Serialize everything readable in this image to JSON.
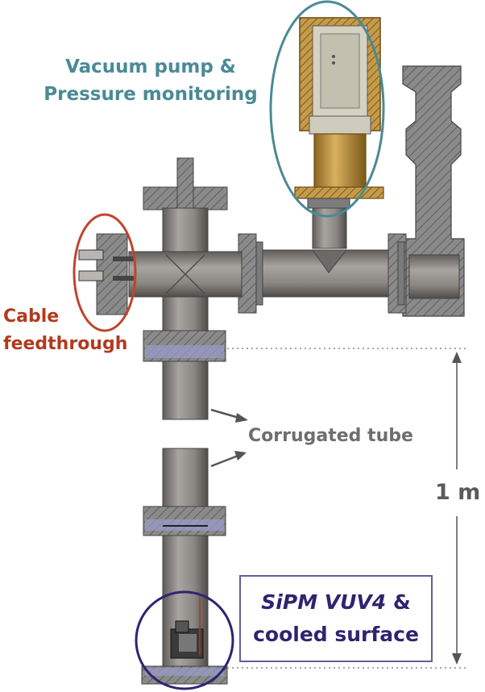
{
  "labels": {
    "vacuum_line1": "Vacuum pump &",
    "vacuum_line2": "Pressure monitoring",
    "cable_line1": "Cable",
    "cable_line2": "feedthrough",
    "corrugated": "Corrugated tube",
    "length": "1 m",
    "sipm_line1_italic": "SiPM VUV4",
    "sipm_line1_rest": " &",
    "sipm_line2": "cooled surface"
  },
  "colors": {
    "vacuum": "#4a8a96",
    "cable": "#b23a1e",
    "corrugated": "#6e6e6e",
    "sipm": "#2e2470",
    "tube_metal": "#8f8c89",
    "flange": "#7c7c7c",
    "brass": "#b38a3c",
    "blue_seal": "#9a9ac8"
  }
}
